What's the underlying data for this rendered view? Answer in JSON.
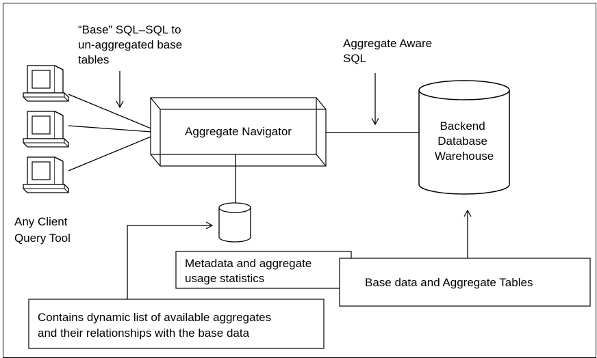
{
  "labels": {
    "base_sql": [
      "“Base” SQL–SQL to",
      "un-aggregated base",
      "tables"
    ],
    "aggregate_aware_sql": [
      "Aggregate Aware",
      "SQL"
    ],
    "navigator": "Aggregate Navigator",
    "warehouse": [
      "Backend",
      "Database",
      "Warehouse"
    ],
    "client_tool": [
      "Any Client",
      "Query Tool"
    ],
    "metadata": [
      "Metadata and aggregate",
      "usage statistics"
    ],
    "base_data": "Base data and Aggregate Tables",
    "dynamic_list": [
      "Contains dynamic list of available aggregates",
      "and their relationships with the base data"
    ]
  },
  "icons": {
    "client_computer": "desktop-computer-icon",
    "metadata_store": "database-cylinder-icon",
    "warehouse_store": "database-cylinder-icon"
  }
}
